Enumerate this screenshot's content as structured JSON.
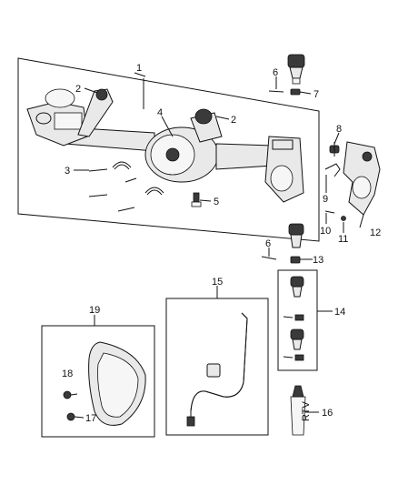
{
  "callouts": {
    "c1": "1",
    "c2a": "2",
    "c2b": "2",
    "c3": "3",
    "c4": "4",
    "c5": "5",
    "c6a": "6",
    "c6b": "6",
    "c7": "7",
    "c8": "8",
    "c9": "9",
    "c10": "10",
    "c11": "11",
    "c12": "12",
    "c13": "13",
    "c14": "14",
    "c15": "15",
    "c16": "16",
    "c17": "17",
    "c18": "18",
    "c19": "19"
  },
  "tube_text": "RTV"
}
